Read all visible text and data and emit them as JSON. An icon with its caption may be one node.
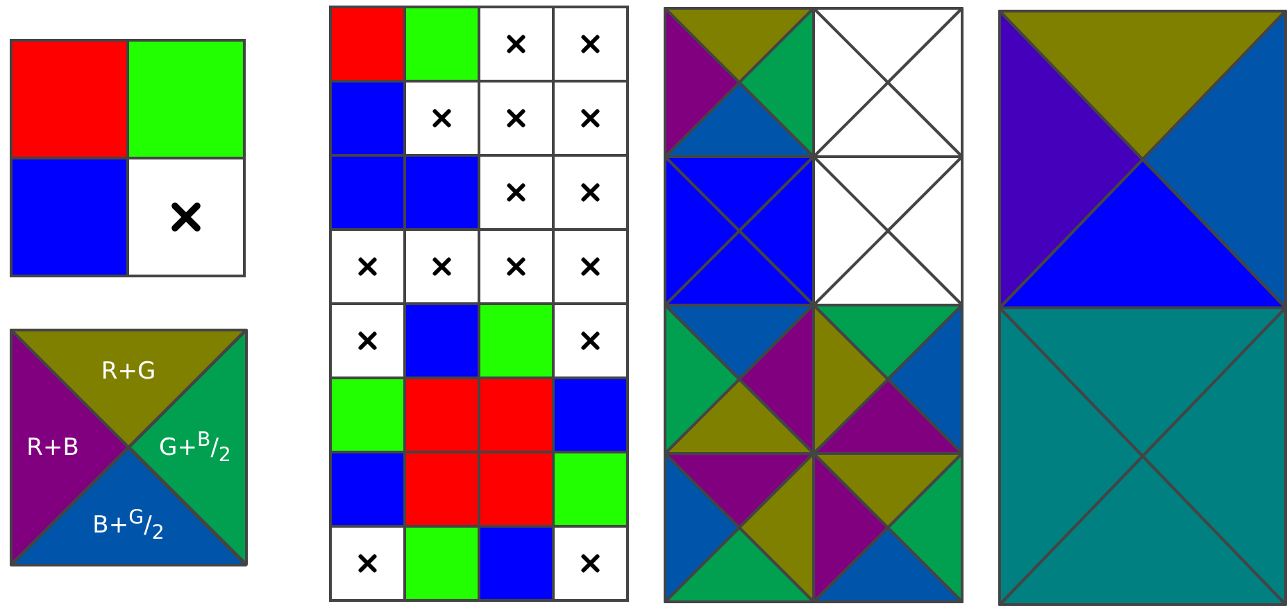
{
  "diagram": {
    "nodes": [
      {
        "text": [
          "R+G"
        ]
      },
      {
        "text": [
          "R+B"
        ]
      },
      {
        "text": [
          "G+$^{B}$/$_{2}$"
        ]
      },
      {
        "text": [
          "B+$^{G}$/$_{2}$"
        ]
      }
    ]
  }
}
